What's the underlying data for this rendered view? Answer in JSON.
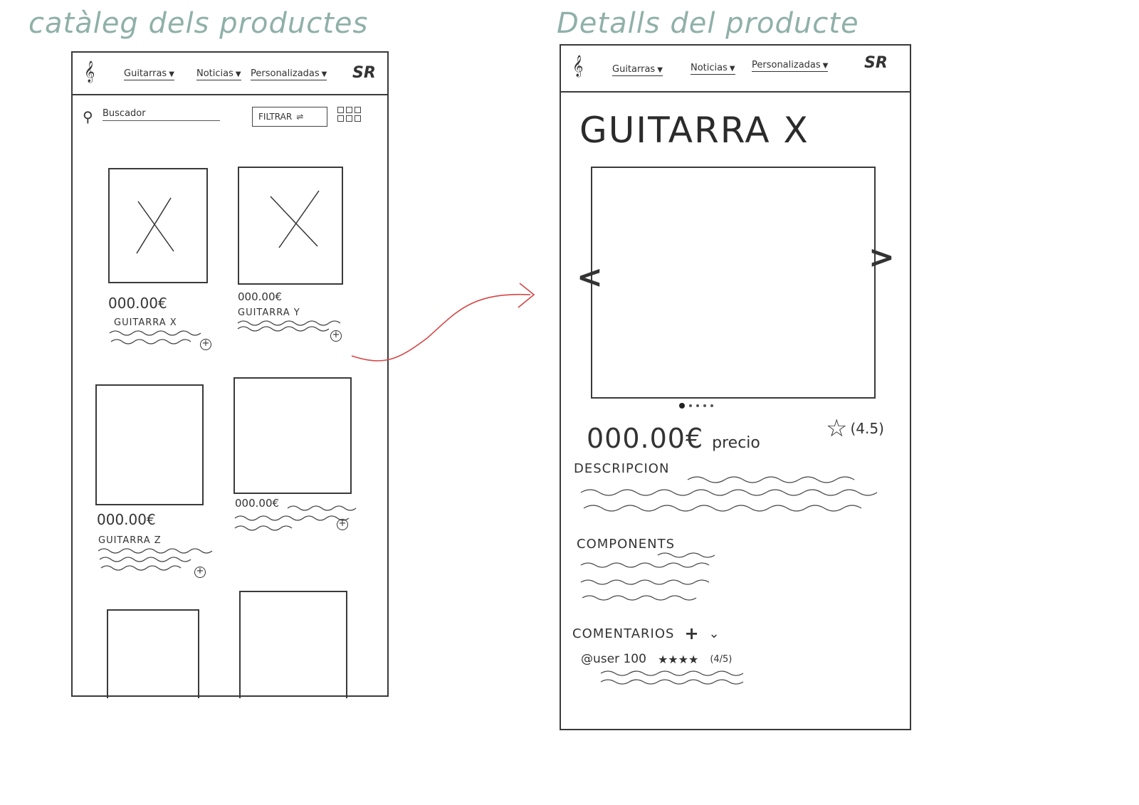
{
  "titles": {
    "catalog": "catàleg dels productes",
    "detail": "Detalls del producte"
  },
  "nav": {
    "guitarras": "Guitarras",
    "noticias": "Noticias",
    "personalizadas": "Personalizadas",
    "brand": "SR"
  },
  "catalog": {
    "search_placeholder": "Buscador",
    "filter_label": "FILTRAR",
    "products": [
      {
        "price": "000.00€",
        "name": "GUITARRA X"
      },
      {
        "price": "000.00€",
        "name": "GUITARRA Y"
      },
      {
        "price": "000.00€",
        "name": "GUITARRA Z"
      },
      {
        "price": "000.00€",
        "name": ""
      }
    ]
  },
  "detail": {
    "title": "GUITARRA X",
    "price": "000.00€",
    "price_label": "precio",
    "rating": "(4.5)",
    "description_label": "DESCRIPCION",
    "components_label": "COMPONENTS",
    "comments_label": "COMENTARIOS",
    "comment_user": "@user 100",
    "comment_stars": "★★★★",
    "comment_rating": "(4/5)"
  },
  "colors": {
    "title_green": "#8fb0a8",
    "arrow_red": "#d64545",
    "ink": "#2b2b2b"
  }
}
